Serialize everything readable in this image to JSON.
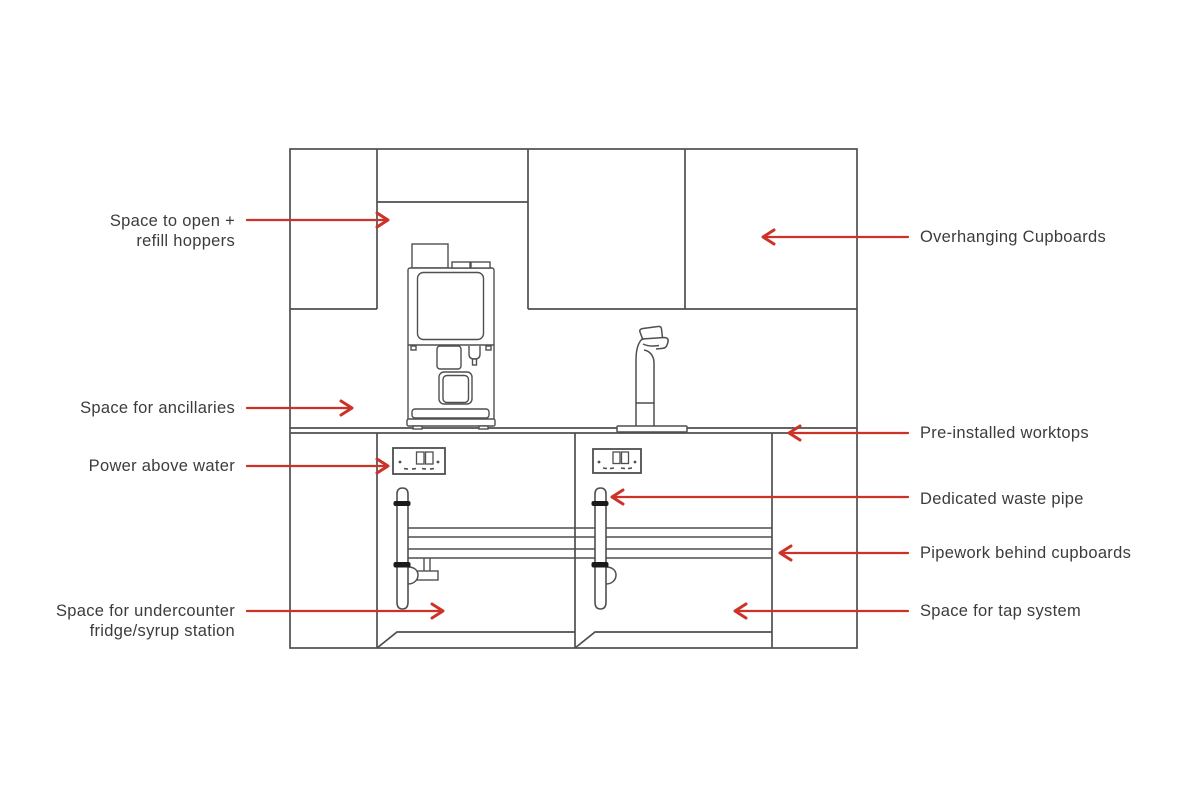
{
  "colors": {
    "background": "#ffffff",
    "line_gray": "#4f4f4f",
    "text_gray": "#3c3c3c",
    "arrow_red": "#cd3228",
    "pipe_band_black": "#1a1a1a"
  },
  "diagram_parts": [
    "overhanging-cupboards",
    "coffee-syrup-machine",
    "water-tap",
    "worktop",
    "power-sockets",
    "waste-pipes",
    "horizontal-pipework",
    "under-counter-cabinets"
  ],
  "annotations": {
    "left": [
      {
        "name": "space-to-open-refill-hoppers",
        "lines": [
          "Space to open +",
          "refill hoppers"
        ]
      },
      {
        "name": "space-for-ancillaries",
        "lines": [
          "Space for ancillaries"
        ]
      },
      {
        "name": "power-above-water",
        "lines": [
          "Power above water"
        ]
      },
      {
        "name": "space-for-undercounter-fridge-syrup-station",
        "lines": [
          "Space for undercounter",
          "fridge/syrup station"
        ]
      }
    ],
    "right": [
      {
        "name": "overhanging-cupboards",
        "lines": [
          "Overhanging Cupboards"
        ]
      },
      {
        "name": "pre-installed-worktops",
        "lines": [
          "Pre-installed worktops"
        ]
      },
      {
        "name": "dedicated-waste-pipe",
        "lines": [
          "Dedicated waste pipe"
        ]
      },
      {
        "name": "pipework-behind-cupboards",
        "lines": [
          "Pipework behind cupboards"
        ]
      },
      {
        "name": "space-for-tap-system",
        "lines": [
          "Space for tap system"
        ]
      }
    ]
  }
}
